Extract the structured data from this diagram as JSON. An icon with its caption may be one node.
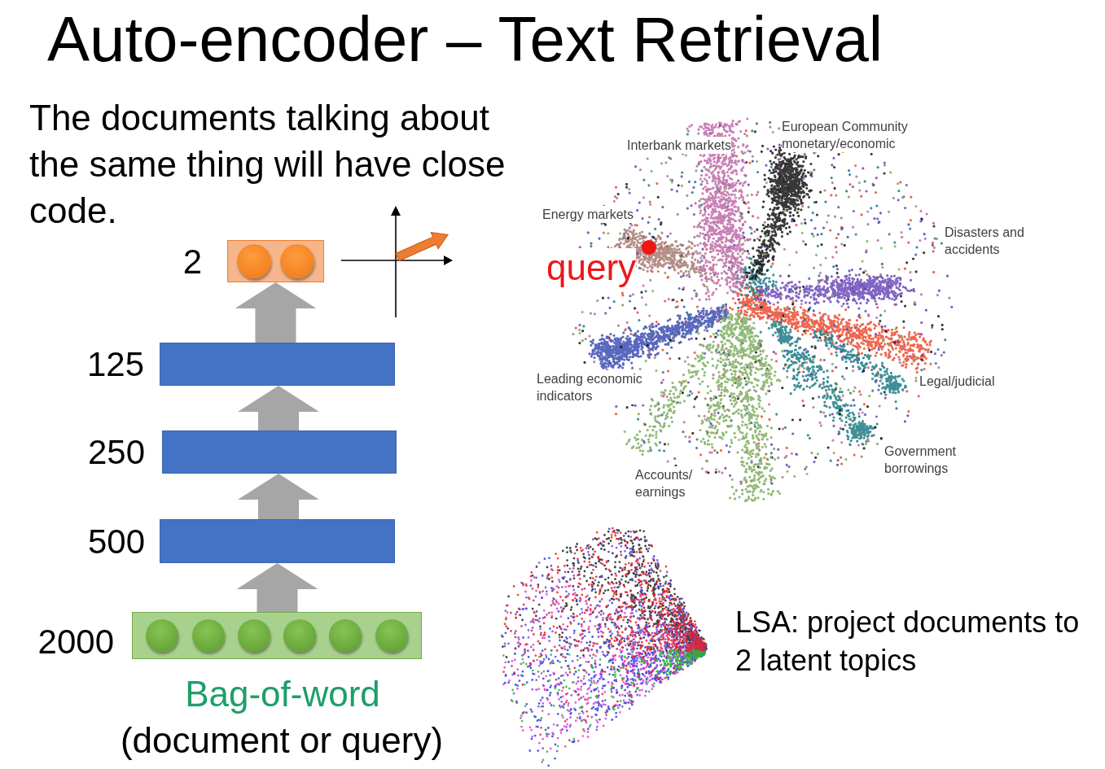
{
  "diagram": {
    "title": "Auto-encoder – Text Retrieval",
    "nodes": [
      {
        "text": [],
        "shape": "bar",
        "beside": [
          "2"
        ]
      },
      {
        "text": [],
        "shape": "bar",
        "beside": [
          "125"
        ]
      },
      {
        "text": [],
        "shape": "bar",
        "beside": [
          "250"
        ]
      },
      {
        "text": [],
        "shape": "bar",
        "beside": [
          "500"
        ]
      },
      {
        "text": [],
        "shape": "bar",
        "beside": [
          "2000",
          "Bag-of-word",
          "(document or query)"
        ]
      }
    ],
    "edges": [
      {
        "from": 1,
        "to": 0,
        "arrow": "to"
      },
      {
        "from": 2,
        "to": 1,
        "arrow": "to"
      },
      {
        "from": 3,
        "to": 2,
        "arrow": "to"
      },
      {
        "from": 4,
        "to": 3,
        "arrow": "to"
      }
    ],
    "labels": [
      "The documents talking about the same thing will have close code.",
      "European Community monetary/economic",
      "Interbank markets",
      "Energy markets",
      "Disasters and accidents",
      "query",
      "Leading economic indicators",
      "Legal/judicial",
      "Government borrowings",
      "Accounts/ earnings",
      "LSA: project documents to 2 latent topics"
    ]
  }
}
